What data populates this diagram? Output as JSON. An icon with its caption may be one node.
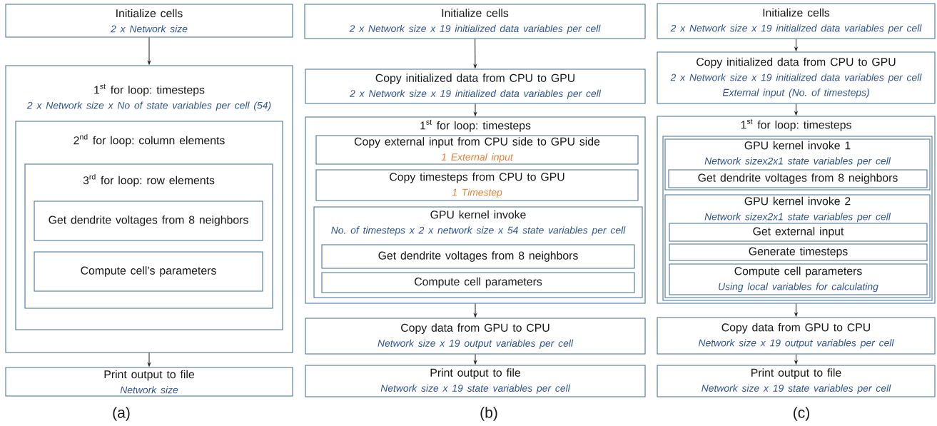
{
  "diagram": {
    "nodes": [
      {
        "text": [
          "Initialize cells",
          "2 x Network size"
        ]
      },
      {
        "text": [
          "1$^{st}$ for loop: timesteps",
          "2 x Network size x No of state variables per cell (54)"
        ]
      },
      {
        "text": [
          "2$^{nd}$ for loop: column elements"
        ],
        "in": 1
      },
      {
        "text": [
          "3$^{rd}$ for loop: row elements"
        ],
        "in": 2
      },
      {
        "text": [
          "Get dendrite voltages from 8 neighbors"
        ],
        "in": 3
      },
      {
        "text": [
          "Compute cell’s parameters"
        ],
        "in": 3
      },
      {
        "text": [
          "Print output to file",
          "Network size"
        ]
      },
      {
        "text": [
          "Initialize cells",
          "2 x Network size x 19 initialized data variables per cell"
        ]
      },
      {
        "text": [
          "Copy initialized data from CPU to GPU",
          "2 x Network size x 19 initialized data variables per cell"
        ]
      },
      {
        "text": [
          "1$^{st}$ for loop: timesteps"
        ]
      },
      {
        "text": [
          "Copy external input from CPU side to GPU side",
          "1 External input"
        ],
        "in": 9
      },
      {
        "text": [
          "Copy timesteps from CPU to GPU",
          "1 Timestep"
        ],
        "in": 9
      },
      {
        "text": [
          "GPU kernel invoke",
          "No. of timesteps x 2 x network size x 54 state variables per cell"
        ],
        "in": 9
      },
      {
        "text": [
          "Get dendrite voltages from 8 neighbors"
        ],
        "in": 12
      },
      {
        "text": [
          "Compute cell parameters"
        ],
        "in": 12
      },
      {
        "text": [
          "Copy data from GPU to CPU",
          "Network size x 19 output variables per cell"
        ]
      },
      {
        "text": [
          "Print output to file",
          "Network size x 19 state variables per cell"
        ]
      },
      {
        "text": [
          "Initialize cells",
          "2 x Network size x 19 initialized data variables per cell"
        ]
      },
      {
        "text": [
          "Copy initialized data from CPU to GPU",
          "2 x Network size x 19 initialized data variables per cell",
          "External input (No. of timesteps)"
        ]
      },
      {
        "text": [
          "1$^{st}$ for loop: timesteps"
        ]
      },
      {
        "text": [],
        "shape": "box",
        "in": 19
      },
      {
        "text": [
          "GPU kernel invoke 1",
          "Network sizex2x1 state variables per cell"
        ],
        "in": 20
      },
      {
        "text": [
          "Get dendrite voltages from 8 neighbors"
        ],
        "in": 21
      },
      {
        "text": [
          "GPU kernel invoke 2",
          "Network sizex2x1 state variables per cell"
        ],
        "in": 20
      },
      {
        "text": [
          "Get external input"
        ],
        "in": 23
      },
      {
        "text": [
          "Generate timesteps"
        ],
        "in": 23
      },
      {
        "text": [
          "Compute cell parameters",
          "Using local variables for calculating"
        ],
        "in": 23
      },
      {
        "text": [
          "Copy data from GPU to CPU",
          "Network size x 19 output variables per cell"
        ]
      },
      {
        "text": [
          "Print output to file",
          "Network size x 19 state variables per cell"
        ]
      }
    ],
    "edges": [
      {
        "from": 0,
        "to": 1,
        "arrow": "to"
      },
      {
        "from": 1,
        "to": 6,
        "arrow": "to"
      },
      {
        "from": 7,
        "to": 8,
        "arrow": "to"
      },
      {
        "from": 8,
        "to": 9,
        "arrow": "to"
      },
      {
        "from": 9,
        "to": 15,
        "arrow": "to"
      },
      {
        "from": 15,
        "to": 16,
        "arrow": "to"
      },
      {
        "from": 17,
        "to": 18,
        "arrow": "to"
      },
      {
        "from": 18,
        "to": 19,
        "arrow": "to"
      },
      {
        "from": 19,
        "to": 27,
        "arrow": "to"
      },
      {
        "from": 27,
        "to": 28,
        "arrow": "to"
      }
    ],
    "labels": [
      "(a)",
      "(b)",
      "(c)"
    ]
  }
}
